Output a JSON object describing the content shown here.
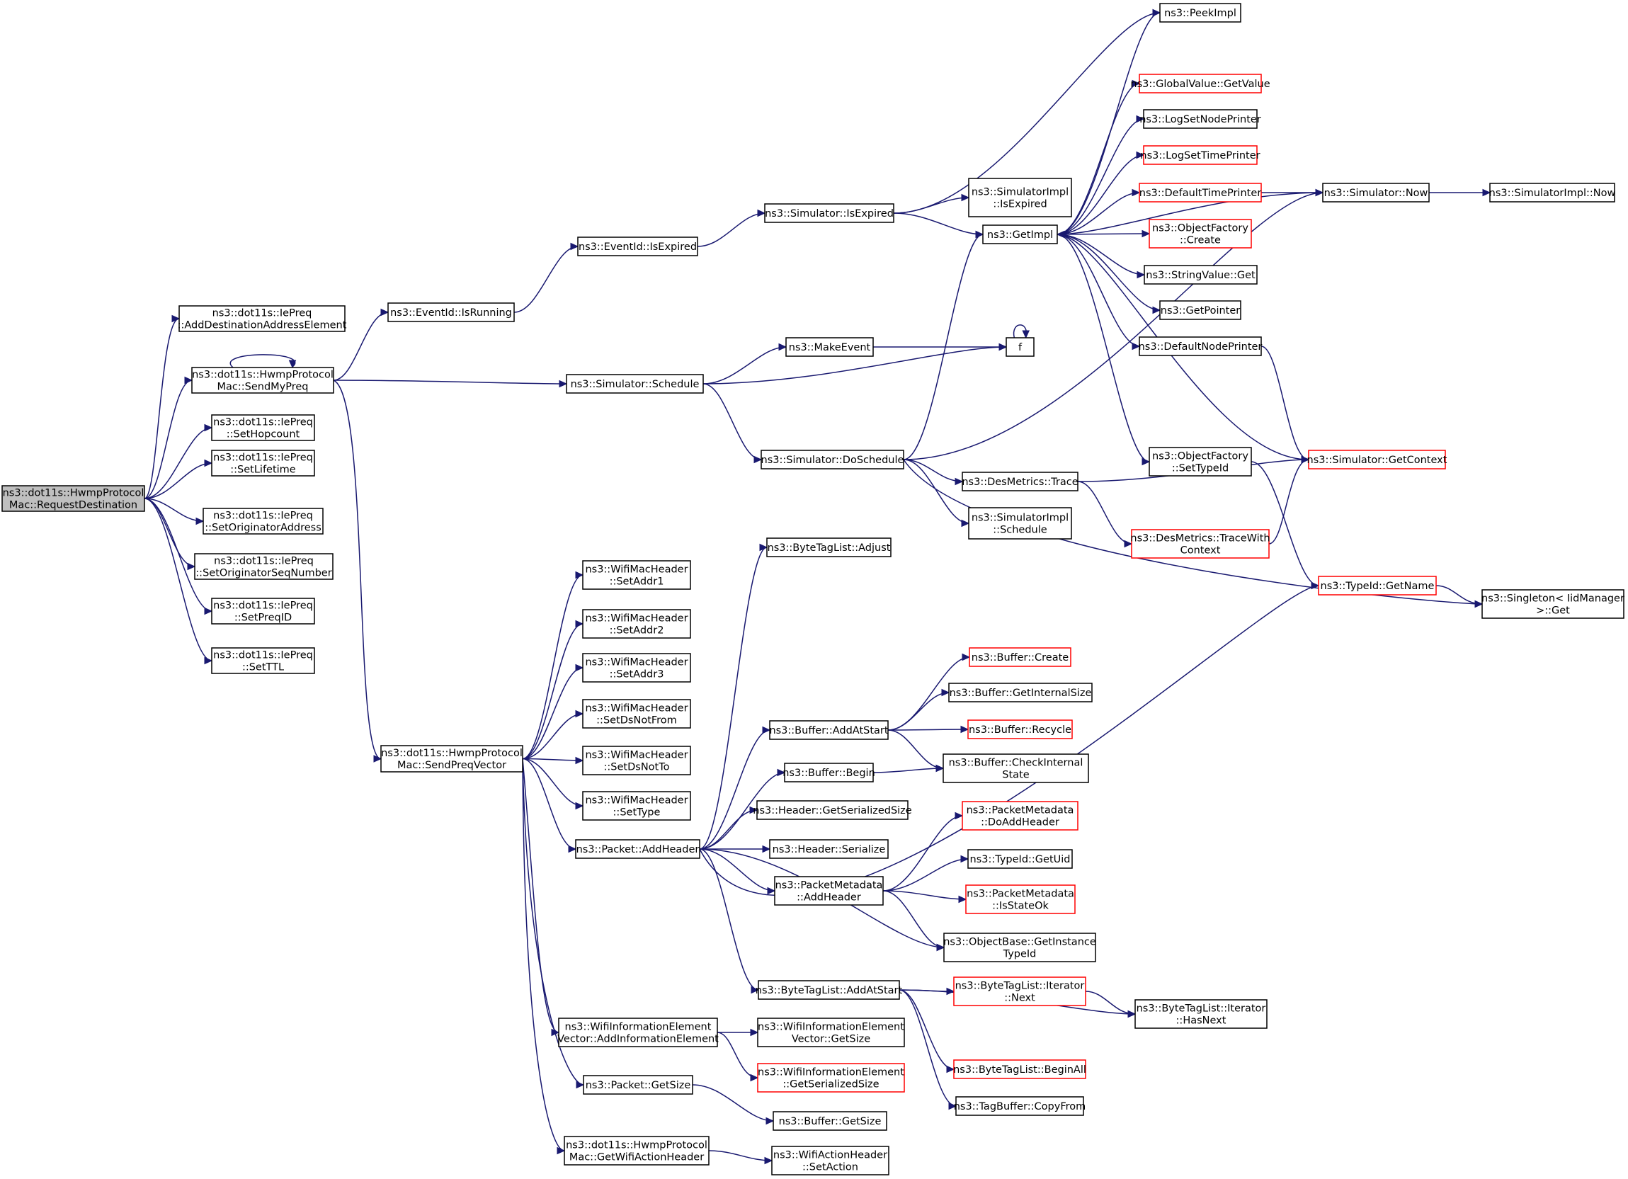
{
  "colors": {
    "edge": "#191970",
    "node_border": "#000000",
    "missing_border": "#ff0000",
    "root_fill": "#bfbfbf",
    "background": "#ffffff"
  },
  "nodes": [
    {
      "id": "root",
      "lines": [
        "ns3::dot11s::HwmpProtocol",
        "Mac::RequestDestination"
      ],
      "style": "root"
    },
    {
      "id": "addDest",
      "lines": [
        "ns3::dot11s::IePreq",
        "::AddDestinationAddressElement"
      ],
      "style": "normal"
    },
    {
      "id": "sendMyPreq",
      "lines": [
        "ns3::dot11s::HwmpProtocol",
        "Mac::SendMyPreq"
      ],
      "style": "normal"
    },
    {
      "id": "setHop",
      "lines": [
        "ns3::dot11s::IePreq",
        "::SetHopcount"
      ],
      "style": "normal"
    },
    {
      "id": "setLife",
      "lines": [
        "ns3::dot11s::IePreq",
        "::SetLifetime"
      ],
      "style": "normal"
    },
    {
      "id": "setOrigAddr",
      "lines": [
        "ns3::dot11s::IePreq",
        "::SetOriginatorAddress"
      ],
      "style": "normal"
    },
    {
      "id": "setOrigSeq",
      "lines": [
        "ns3::dot11s::IePreq",
        "::SetOriginatorSeqNumber"
      ],
      "style": "normal"
    },
    {
      "id": "setPreqId",
      "lines": [
        "ns3::dot11s::IePreq",
        "::SetPreqID"
      ],
      "style": "normal"
    },
    {
      "id": "setTTL",
      "lines": [
        "ns3::dot11s::IePreq",
        "::SetTTL"
      ],
      "style": "normal"
    },
    {
      "id": "evRunning",
      "lines": [
        "ns3::EventId::IsRunning"
      ],
      "style": "normal"
    },
    {
      "id": "sendPreqVec",
      "lines": [
        "ns3::dot11s::HwmpProtocol",
        "Mac::SendPreqVector"
      ],
      "style": "normal"
    },
    {
      "id": "simSchedule",
      "lines": [
        "ns3::Simulator::Schedule"
      ],
      "style": "normal"
    },
    {
      "id": "evExpired",
      "lines": [
        "ns3::EventId::IsExpired"
      ],
      "style": "normal"
    },
    {
      "id": "simExpired",
      "lines": [
        "ns3::Simulator::IsExpired"
      ],
      "style": "normal"
    },
    {
      "id": "makeEvent",
      "lines": [
        "ns3::MakeEvent"
      ],
      "style": "normal"
    },
    {
      "id": "doSchedule",
      "lines": [
        "ns3::Simulator::DoSchedule"
      ],
      "style": "normal"
    },
    {
      "id": "simImplExpired",
      "lines": [
        "ns3::SimulatorImpl",
        "::IsExpired"
      ],
      "style": "normal"
    },
    {
      "id": "getImpl",
      "lines": [
        "ns3::GetImpl"
      ],
      "style": "normal"
    },
    {
      "id": "f",
      "lines": [
        "f"
      ],
      "style": "normal"
    },
    {
      "id": "desTrace",
      "lines": [
        "ns3::DesMetrics::Trace"
      ],
      "style": "normal"
    },
    {
      "id": "simImplSchedule",
      "lines": [
        "ns3::SimulatorImpl",
        "::Schedule"
      ],
      "style": "normal"
    },
    {
      "id": "peekImpl",
      "lines": [
        "ns3::PeekImpl"
      ],
      "style": "normal"
    },
    {
      "id": "gvGet",
      "lines": [
        "ns3::GlobalValue::GetValue"
      ],
      "style": "missing"
    },
    {
      "id": "logNode",
      "lines": [
        "ns3::LogSetNodePrinter"
      ],
      "style": "normal"
    },
    {
      "id": "logTime",
      "lines": [
        "ns3::LogSetTimePrinter"
      ],
      "style": "missing"
    },
    {
      "id": "defTime",
      "lines": [
        "ns3::DefaultTimePrinter"
      ],
      "style": "missing"
    },
    {
      "id": "ofCreate",
      "lines": [
        "ns3::ObjectFactory",
        "::Create"
      ],
      "style": "missing"
    },
    {
      "id": "strGet",
      "lines": [
        "ns3::StringValue::Get"
      ],
      "style": "normal"
    },
    {
      "id": "getPointer",
      "lines": [
        "ns3::GetPointer"
      ],
      "style": "normal"
    },
    {
      "id": "defNode",
      "lines": [
        "ns3::DefaultNodePrinter"
      ],
      "style": "normal"
    },
    {
      "id": "ofSetType",
      "lines": [
        "ns3::ObjectFactory",
        "::SetTypeId"
      ],
      "style": "normal"
    },
    {
      "id": "traceWith",
      "lines": [
        "ns3::DesMetrics::TraceWith",
        "Context"
      ],
      "style": "missing"
    },
    {
      "id": "simNow",
      "lines": [
        "ns3::Simulator::Now"
      ],
      "style": "normal"
    },
    {
      "id": "implNow",
      "lines": [
        "ns3::SimulatorImpl::Now"
      ],
      "style": "normal"
    },
    {
      "id": "getContext",
      "lines": [
        "ns3::Simulator::GetContext"
      ],
      "style": "missing"
    },
    {
      "id": "typeGetName",
      "lines": [
        "ns3::TypeId::GetName"
      ],
      "style": "missing"
    },
    {
      "id": "singleton",
      "lines": [
        "ns3::Singleton< IidManager",
        " >::Get"
      ],
      "style": "normal"
    },
    {
      "id": "btlAdjust",
      "lines": [
        "ns3::ByteTagList::Adjust"
      ],
      "style": "normal"
    },
    {
      "id": "addr1",
      "lines": [
        "ns3::WifiMacHeader",
        "::SetAddr1"
      ],
      "style": "normal"
    },
    {
      "id": "addr2",
      "lines": [
        "ns3::WifiMacHeader",
        "::SetAddr2"
      ],
      "style": "normal"
    },
    {
      "id": "addr3",
      "lines": [
        "ns3::WifiMacHeader",
        "::SetAddr3"
      ],
      "style": "normal"
    },
    {
      "id": "dsNotFrom",
      "lines": [
        "ns3::WifiMacHeader",
        "::SetDsNotFrom"
      ],
      "style": "normal"
    },
    {
      "id": "dsNotTo",
      "lines": [
        "ns3::WifiMacHeader",
        "::SetDsNotTo"
      ],
      "style": "normal"
    },
    {
      "id": "setType",
      "lines": [
        "ns3::WifiMacHeader",
        "::SetType"
      ],
      "style": "normal"
    },
    {
      "id": "addHeader",
      "lines": [
        "ns3::Packet::AddHeader"
      ],
      "style": "normal"
    },
    {
      "id": "bufAddAtStart",
      "lines": [
        "ns3::Buffer::AddAtStart"
      ],
      "style": "normal"
    },
    {
      "id": "bufBegin",
      "lines": [
        "ns3::Buffer::Begin"
      ],
      "style": "normal"
    },
    {
      "id": "hdrSize",
      "lines": [
        "ns3::Header::GetSerializedSize"
      ],
      "style": "normal"
    },
    {
      "id": "hdrSerialize",
      "lines": [
        "ns3::Header::Serialize"
      ],
      "style": "normal"
    },
    {
      "id": "pmAddHeader",
      "lines": [
        "ns3::PacketMetadata",
        "::AddHeader"
      ],
      "style": "normal"
    },
    {
      "id": "btlAddAtStart",
      "lines": [
        "ns3::ByteTagList::AddAtStart"
      ],
      "style": "normal"
    },
    {
      "id": "bufCreate",
      "lines": [
        "ns3::Buffer::Create"
      ],
      "style": "missing"
    },
    {
      "id": "bufInternal",
      "lines": [
        "ns3::Buffer::GetInternalSize"
      ],
      "style": "normal"
    },
    {
      "id": "bufRecycle",
      "lines": [
        "ns3::Buffer::Recycle"
      ],
      "style": "missing"
    },
    {
      "id": "bufCheck",
      "lines": [
        "ns3::Buffer::CheckInternal",
        "State"
      ],
      "style": "normal"
    },
    {
      "id": "pmDoAdd",
      "lines": [
        "ns3::PacketMetadata",
        "::DoAddHeader"
      ],
      "style": "missing"
    },
    {
      "id": "typeGetUid",
      "lines": [
        "ns3::TypeId::GetUid"
      ],
      "style": "normal"
    },
    {
      "id": "pmIsStateOk",
      "lines": [
        "ns3::PacketMetadata",
        "::IsStateOk"
      ],
      "style": "missing"
    },
    {
      "id": "obGetInst",
      "lines": [
        "ns3::ObjectBase::GetInstance",
        "TypeId"
      ],
      "style": "normal"
    },
    {
      "id": "btlIterNext",
      "lines": [
        "ns3::ByteTagList::Iterator",
        "::Next"
      ],
      "style": "missing"
    },
    {
      "id": "btlIterHasNext",
      "lines": [
        "ns3::ByteTagList::Iterator",
        "::HasNext"
      ],
      "style": "normal"
    },
    {
      "id": "btlBeginAll",
      "lines": [
        "ns3::ByteTagList::BeginAll"
      ],
      "style": "missing"
    },
    {
      "id": "tagCopy",
      "lines": [
        "ns3::TagBuffer::CopyFrom"
      ],
      "style": "normal"
    },
    {
      "id": "wieAdd",
      "lines": [
        "ns3::WifiInformationElement",
        "Vector::AddInformationElement"
      ],
      "style": "normal"
    },
    {
      "id": "wieGetSize",
      "lines": [
        "ns3::WifiInformationElement",
        "Vector::GetSize"
      ],
      "style": "normal"
    },
    {
      "id": "wieSerSize",
      "lines": [
        "ns3::WifiInformationElement",
        "::GetSerializedSize"
      ],
      "style": "missing"
    },
    {
      "id": "pktGetSize",
      "lines": [
        "ns3::Packet::GetSize"
      ],
      "style": "normal"
    },
    {
      "id": "bufGetSize",
      "lines": [
        "ns3::Buffer::GetSize"
      ],
      "style": "normal"
    },
    {
      "id": "getWifiAction",
      "lines": [
        "ns3::dot11s::HwmpProtocol",
        "Mac::GetWifiActionHeader"
      ],
      "style": "normal"
    },
    {
      "id": "actSet",
      "lines": [
        "ns3::WifiActionHeader",
        "::SetAction"
      ],
      "style": "normal"
    }
  ],
  "edges": [
    [
      "root",
      "addDest"
    ],
    [
      "root",
      "sendMyPreq"
    ],
    [
      "root",
      "setHop"
    ],
    [
      "root",
      "setLife"
    ],
    [
      "root",
      "setOrigAddr"
    ],
    [
      "root",
      "setOrigSeq"
    ],
    [
      "root",
      "setPreqId"
    ],
    [
      "root",
      "setTTL"
    ],
    [
      "sendMyPreq",
      "sendMyPreq"
    ],
    [
      "sendMyPreq",
      "evRunning"
    ],
    [
      "sendMyPreq",
      "simSchedule"
    ],
    [
      "sendMyPreq",
      "sendPreqVec"
    ],
    [
      "evRunning",
      "evExpired"
    ],
    [
      "evExpired",
      "simExpired"
    ],
    [
      "simExpired",
      "peekImpl"
    ],
    [
      "simExpired",
      "simImplExpired"
    ],
    [
      "simExpired",
      "getImpl"
    ],
    [
      "simSchedule",
      "makeEvent"
    ],
    [
      "simSchedule",
      "f"
    ],
    [
      "simSchedule",
      "doSchedule"
    ],
    [
      "makeEvent",
      "f"
    ],
    [
      "f",
      "f"
    ],
    [
      "doSchedule",
      "getImpl"
    ],
    [
      "doSchedule",
      "simNow"
    ],
    [
      "doSchedule",
      "desTrace"
    ],
    [
      "doSchedule",
      "simImplSchedule"
    ],
    [
      "doSchedule",
      "singleton"
    ],
    [
      "desTrace",
      "getContext"
    ],
    [
      "desTrace",
      "traceWith"
    ],
    [
      "traceWith",
      "getContext"
    ],
    [
      "getImpl",
      "peekImpl"
    ],
    [
      "getImpl",
      "gvGet"
    ],
    [
      "getImpl",
      "logNode"
    ],
    [
      "getImpl",
      "logTime"
    ],
    [
      "getImpl",
      "defTime"
    ],
    [
      "getImpl",
      "ofCreate"
    ],
    [
      "getImpl",
      "strGet"
    ],
    [
      "getImpl",
      "getPointer"
    ],
    [
      "getImpl",
      "defNode"
    ],
    [
      "getImpl",
      "ofSetType"
    ],
    [
      "defTime",
      "simNow"
    ],
    [
      "simNow",
      "getImpl"
    ],
    [
      "simNow",
      "implNow"
    ],
    [
      "defNode",
      "getContext"
    ],
    [
      "getContext",
      "getImpl"
    ],
    [
      "ofSetType",
      "typeGetName"
    ],
    [
      "typeGetName",
      "singleton"
    ],
    [
      "sendPreqVec",
      "addr1"
    ],
    [
      "sendPreqVec",
      "addr2"
    ],
    [
      "sendPreqVec",
      "addr3"
    ],
    [
      "sendPreqVec",
      "dsNotFrom"
    ],
    [
      "sendPreqVec",
      "dsNotTo"
    ],
    [
      "sendPreqVec",
      "setType"
    ],
    [
      "sendPreqVec",
      "addHeader"
    ],
    [
      "sendPreqVec",
      "wieAdd"
    ],
    [
      "sendPreqVec",
      "pktGetSize"
    ],
    [
      "sendPreqVec",
      "getWifiAction"
    ],
    [
      "addHeader",
      "btlAdjust"
    ],
    [
      "addHeader",
      "typeGetName"
    ],
    [
      "addHeader",
      "bufAddAtStart"
    ],
    [
      "addHeader",
      "bufBegin"
    ],
    [
      "addHeader",
      "hdrSize"
    ],
    [
      "addHeader",
      "hdrSerialize"
    ],
    [
      "addHeader",
      "pmAddHeader"
    ],
    [
      "addHeader",
      "obGetInst"
    ],
    [
      "addHeader",
      "btlAddAtStart"
    ],
    [
      "bufAddAtStart",
      "bufCreate"
    ],
    [
      "bufAddAtStart",
      "bufInternal"
    ],
    [
      "bufAddAtStart",
      "bufRecycle"
    ],
    [
      "bufAddAtStart",
      "bufCheck"
    ],
    [
      "bufBegin",
      "bufCheck"
    ],
    [
      "pmAddHeader",
      "pmDoAdd"
    ],
    [
      "pmAddHeader",
      "typeGetUid"
    ],
    [
      "pmAddHeader",
      "pmIsStateOk"
    ],
    [
      "pmAddHeader",
      "obGetInst"
    ],
    [
      "btlAddAtStart",
      "btlIterNext"
    ],
    [
      "btlAddAtStart",
      "btlIterHasNext"
    ],
    [
      "btlAddAtStart",
      "btlBeginAll"
    ],
    [
      "btlAddAtStart",
      "tagCopy"
    ],
    [
      "btlIterNext",
      "btlIterHasNext"
    ],
    [
      "wieAdd",
      "wieGetSize"
    ],
    [
      "wieAdd",
      "wieSerSize"
    ],
    [
      "pktGetSize",
      "bufGetSize"
    ],
    [
      "getWifiAction",
      "actSet"
    ]
  ]
}
